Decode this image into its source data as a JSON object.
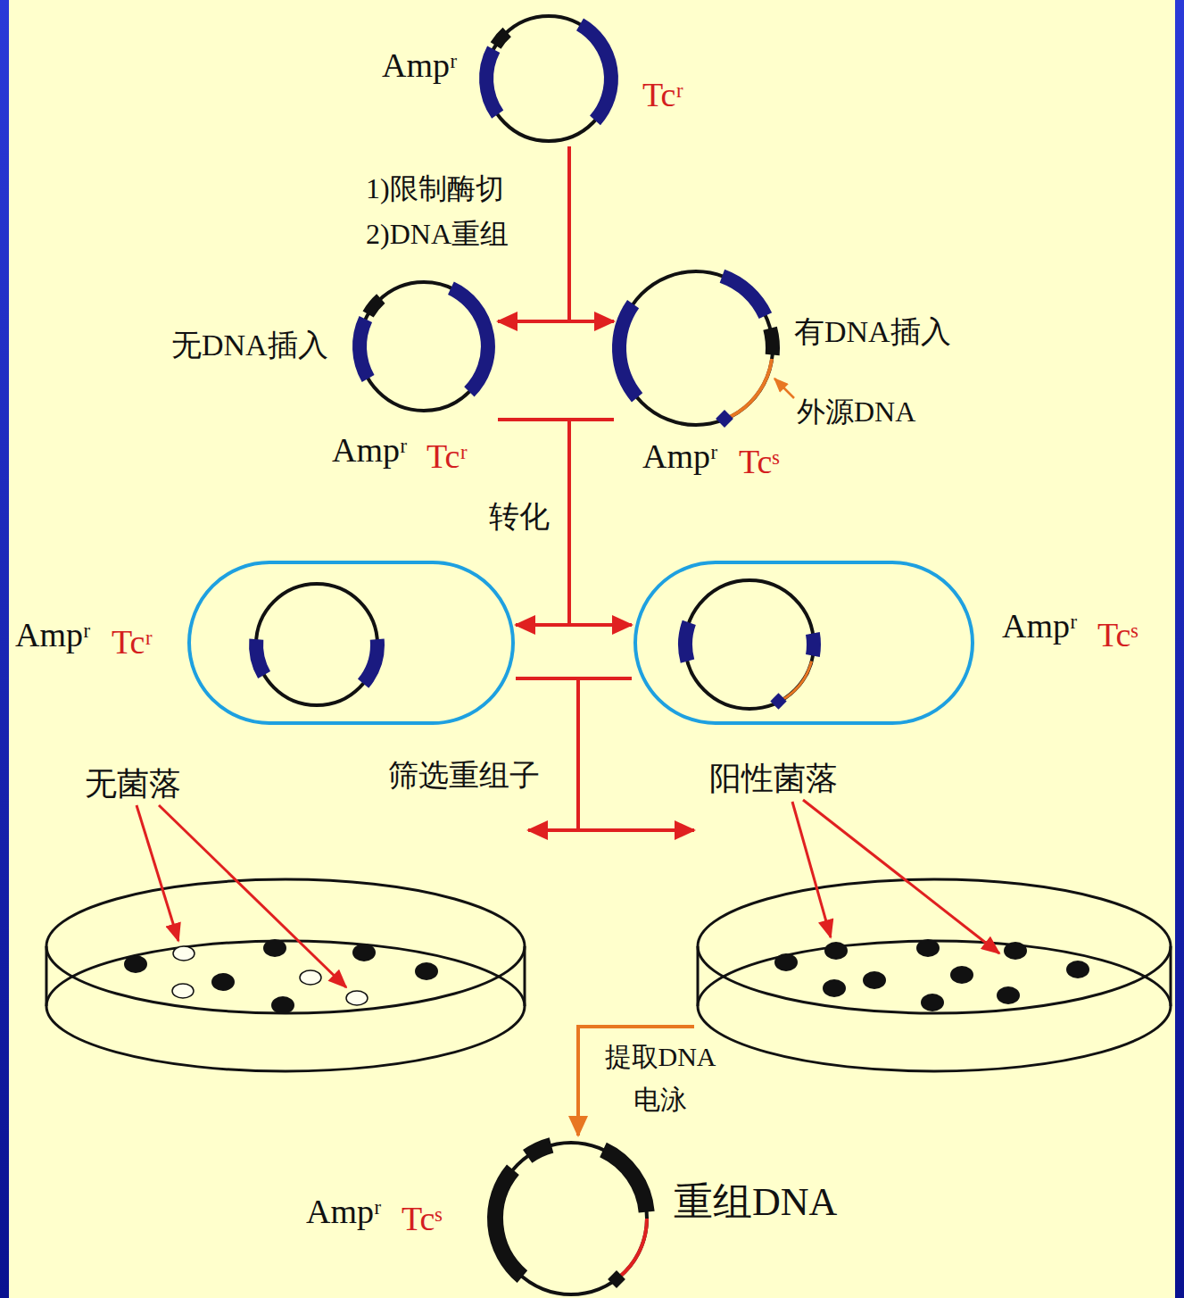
{
  "diagram": {
    "nodes": [
      {
        "text": [
          "Ampʳ",
          "Tcʳ"
        ]
      },
      {
        "text": [
          "无DNA插入",
          "Ampʳ",
          "Tcʳ"
        ]
      },
      {
        "text": [
          "有DNA插入",
          "Ampʳ",
          "Tcˢ"
        ]
      },
      {
        "text": [
          "Ampʳ",
          "Tcʳ"
        ]
      },
      {
        "text": [
          "Ampʳ",
          "Tcˢ"
        ]
      },
      {
        "text": [
          "无菌落"
        ]
      },
      {
        "text": [
          "阳性菌落"
        ]
      },
      {
        "text": [
          "Ampʳ",
          "Tcˢ",
          "重组DNA"
        ]
      }
    ],
    "edges": [
      {
        "from": 0,
        "to": 1,
        "arrow": "to",
        "label": "1)限制酶切 2)DNA重组"
      },
      {
        "from": 0,
        "to": 2,
        "arrow": "to"
      },
      {
        "from": 1,
        "to": 3,
        "arrow": "to",
        "label": "转化"
      },
      {
        "from": 2,
        "to": 4,
        "arrow": "to"
      },
      {
        "from": 3,
        "to": 5,
        "arrow": "to",
        "label": "筛选重组子"
      },
      {
        "from": 4,
        "to": 6,
        "arrow": "to"
      },
      {
        "from": 6,
        "to": 7,
        "arrow": "to",
        "label": "提取DNA 电泳"
      }
    ],
    "labels": [
      "外源DNA"
    ]
  }
}
